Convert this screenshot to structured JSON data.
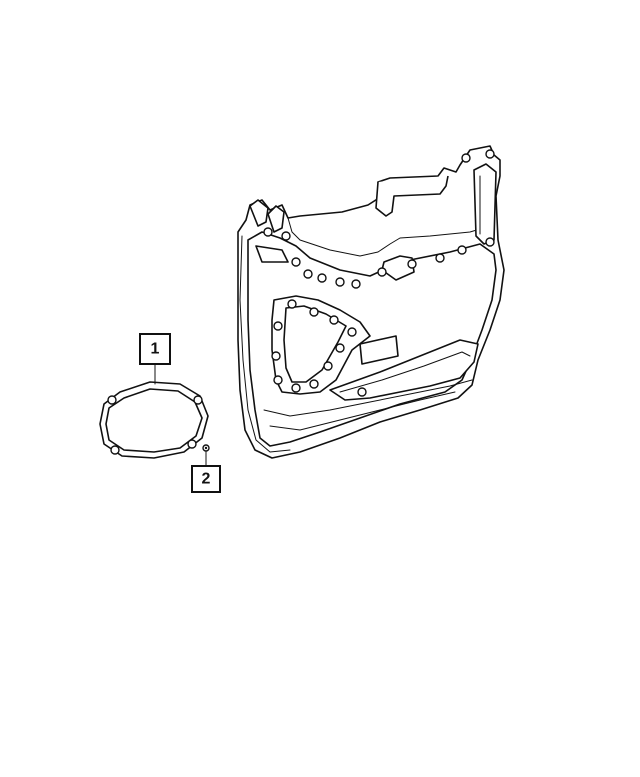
{
  "callouts": [
    {
      "id": "1",
      "label": "1"
    },
    {
      "id": "2",
      "label": "2"
    }
  ],
  "colors": {
    "line": "#111111",
    "background": "#ffffff"
  }
}
